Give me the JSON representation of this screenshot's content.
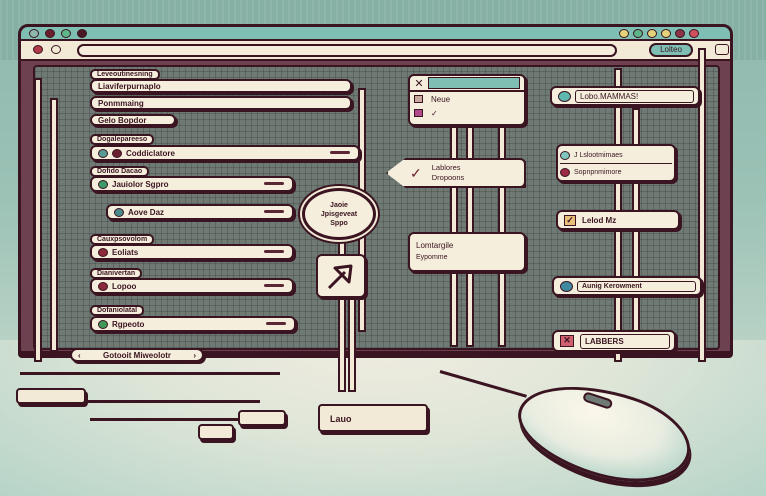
{
  "window": {
    "titlebar_dots_left": [
      "#8fb8ac",
      "#6b1f2e",
      "#5fb58a",
      "#4a1a24"
    ],
    "titlebar_dots_right": [
      "#e3d27a",
      "#5fb58a",
      "#e3d27a",
      "#e3d27a",
      "#8a3446",
      "#d0515e"
    ],
    "address_bar": {
      "value": "",
      "go_button_label": "Lolteo"
    }
  },
  "left_column": {
    "items": [
      {
        "tag": "Leveoutinesning",
        "label": "Liaviferpurnaplo",
        "type": "text-field"
      },
      {
        "tag": "",
        "label": "Ponmmaing",
        "type": "text-field"
      },
      {
        "tag": "",
        "label": "Gelo Bopdor",
        "type": "button"
      },
      {
        "tag": "Dogalepareeso",
        "label": "Coddiclatore",
        "type": "radio",
        "radio_color": "#5a9a94"
      },
      {
        "tag": "Dofido Dacao",
        "label": "Jauiolor Sgpro",
        "type": "radio",
        "radio_color": "#3f9a6a"
      },
      {
        "tag": "",
        "label": "Aove Daz",
        "type": "radio",
        "radio_color": "#4a8a8a"
      },
      {
        "tag": "Cauxpsovolom",
        "label": "Eoliats",
        "type": "radio",
        "radio_color": "#8a2a3a"
      },
      {
        "tag": "Dianivertan",
        "label": "Lopoo",
        "type": "radio",
        "radio_color": "#8a2a3a"
      },
      {
        "tag": "Dofaniolatal",
        "label": "Rgpeoto",
        "type": "radio",
        "radio_color": "#3f9a5a"
      }
    ],
    "footer_nav": {
      "label": "Gotooit Miweolotr",
      "prev_icon": "‹",
      "next_icon": "›"
    }
  },
  "center": {
    "checkbox_panel": {
      "rows": [
        {
          "icon": "✕",
          "label": "",
          "highlight": true
        },
        {
          "icon": "☐",
          "label": "Neue"
        },
        {
          "icon": "☐",
          "label": "✓"
        }
      ]
    },
    "dropdown_callout": {
      "icon": "✓",
      "line1": "Lablores",
      "line2": "Dropoons"
    },
    "circle_badge": {
      "line1": "Jaoie",
      "line2": "Jpisgeveat",
      "line3": "Sppo"
    },
    "text_panel": {
      "line1": "Lomtargile",
      "line2": "Eypomme"
    },
    "arrow_button": {
      "icon": "arrow-up-right"
    },
    "bottom_key": {
      "label": "Lauo"
    }
  },
  "right_column": {
    "items": [
      {
        "label": "Lobo.MAMMAS!",
        "icon_type": "radio",
        "icon_color": "#5fb8b0"
      },
      {
        "label": "J Lslootmimaes",
        "icon_type": "checkbox",
        "icon_color": "#7fc7bd"
      },
      {
        "label": "Sopnpnmimore",
        "icon_type": "radio",
        "icon_color": "#9a2a46"
      },
      {
        "label": "Lelod Mz",
        "icon_type": "checkbox-checked",
        "icon_color": "#d8a25a"
      },
      {
        "label": "Aunig Kerowment",
        "icon_type": "radio",
        "icon_color": "#3f8aa0"
      },
      {
        "label": "LABBERS",
        "icon_type": "checkbox-x",
        "icon_color": "#c04a5a"
      }
    ]
  }
}
